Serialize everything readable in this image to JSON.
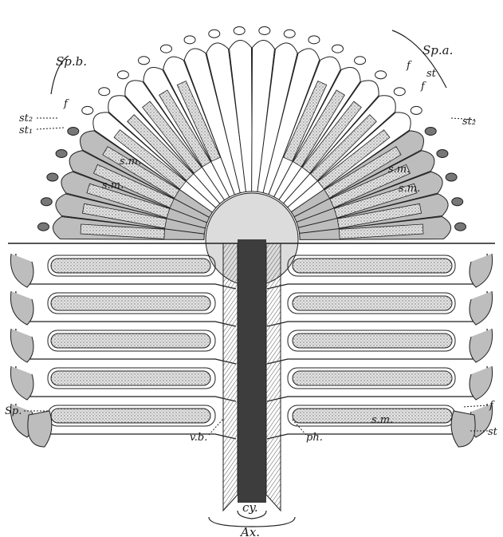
{
  "diagram": {
    "labels": {
      "sp_b": "Sp.b.",
      "sp_a": "Sp.a.",
      "st2_left": "st₂",
      "st1_left": "st₁",
      "f_left": "f",
      "f_right_a": "f",
      "st_right_a": "st",
      "f_right_b": "f",
      "st2_right": "st₂",
      "sm_left_1": "s.m.",
      "sm_left_2": "s.m.",
      "sm_right_1": "s.m.",
      "sm_right_2": "s.m.",
      "sp": "Sp.",
      "f_bottom_right": "f",
      "st_bottom_right": "st",
      "vb": "v.b.",
      "ph": "ph.",
      "sm_bottom": "s.m.",
      "cy": "cy.",
      "ax": "Ax."
    },
    "colors": {
      "ink": "#1f1f1f",
      "shade": "#bdbdbd",
      "stipple": "#d9d9d9",
      "axis": "#3a3a3a"
    }
  }
}
